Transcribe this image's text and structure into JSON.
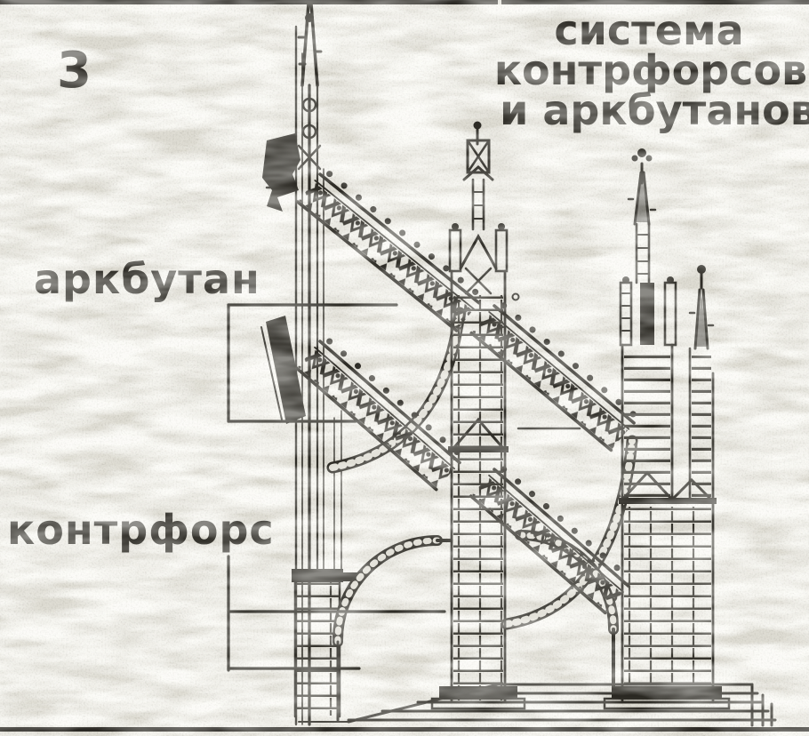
{
  "figure": {
    "number": "3",
    "title": {
      "line1": "система",
      "line2": "контрфорсов",
      "line3": "и аркбутанов"
    },
    "labels": {
      "flying_buttress": "аркбутан",
      "buttress": "контрфорс"
    },
    "colors": {
      "paper": "#dedcd3",
      "ink": "#2e2c26",
      "ink_light": "#34322b",
      "text": "#34322c"
    }
  }
}
